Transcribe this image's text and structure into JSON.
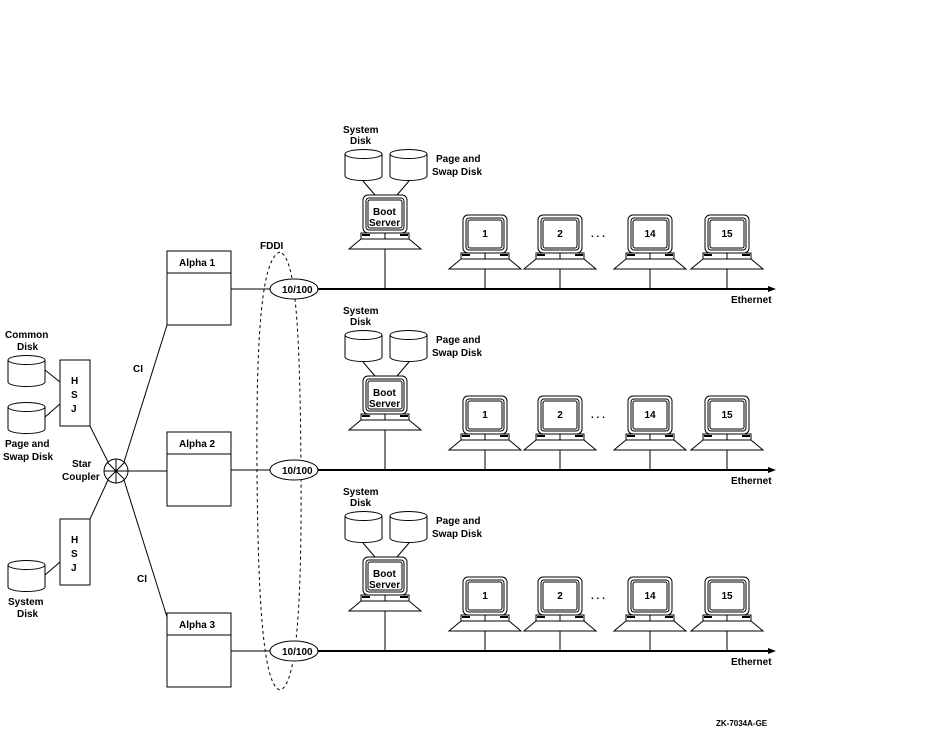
{
  "figure_id": "ZK-7034A-GE",
  "fddi_label": "FDDI",
  "ci_labels": [
    "CI",
    "CI"
  ],
  "star_coupler": {
    "label_line1": "Star",
    "label_line2": "Coupler"
  },
  "hsj_controllers": [
    {
      "letters": [
        "H",
        "S",
        "J"
      ]
    },
    {
      "letters": [
        "H",
        "S",
        "J"
      ]
    }
  ],
  "shared_disks": [
    {
      "line1": "Common",
      "line2": "Disk"
    },
    {
      "line1": "Page and",
      "line2": "Swap Disk"
    },
    {
      "line1": "System",
      "line2": "Disk"
    }
  ],
  "rows": [
    {
      "alpha": "Alpha 1",
      "link": "10/100",
      "network": "Ethernet",
      "system_disk": {
        "line1": "System",
        "line2": "Disk"
      },
      "page_disk": {
        "line1": "Page and",
        "line2": "Swap Disk"
      },
      "boot_server": {
        "line1": "Boot",
        "line2": "Server"
      },
      "workstations": [
        "1",
        "2",
        "14",
        "15"
      ],
      "ellipsis": ". . ."
    },
    {
      "alpha": "Alpha 2",
      "link": "10/100",
      "network": "Ethernet",
      "system_disk": {
        "line1": "System",
        "line2": "Disk"
      },
      "page_disk": {
        "line1": "Page and",
        "line2": "Swap Disk"
      },
      "boot_server": {
        "line1": "Boot",
        "line2": "Server"
      },
      "workstations": [
        "1",
        "2",
        "14",
        "15"
      ],
      "ellipsis": ". . ."
    },
    {
      "alpha": "Alpha 3",
      "link": "10/100",
      "network": "Ethernet",
      "system_disk": {
        "line1": "System",
        "line2": "Disk"
      },
      "page_disk": {
        "line1": "Page and",
        "line2": "Swap Disk"
      },
      "boot_server": {
        "line1": "Boot",
        "line2": "Server"
      },
      "workstations": [
        "1",
        "2",
        "14",
        "15"
      ],
      "ellipsis": ". . ."
    }
  ]
}
